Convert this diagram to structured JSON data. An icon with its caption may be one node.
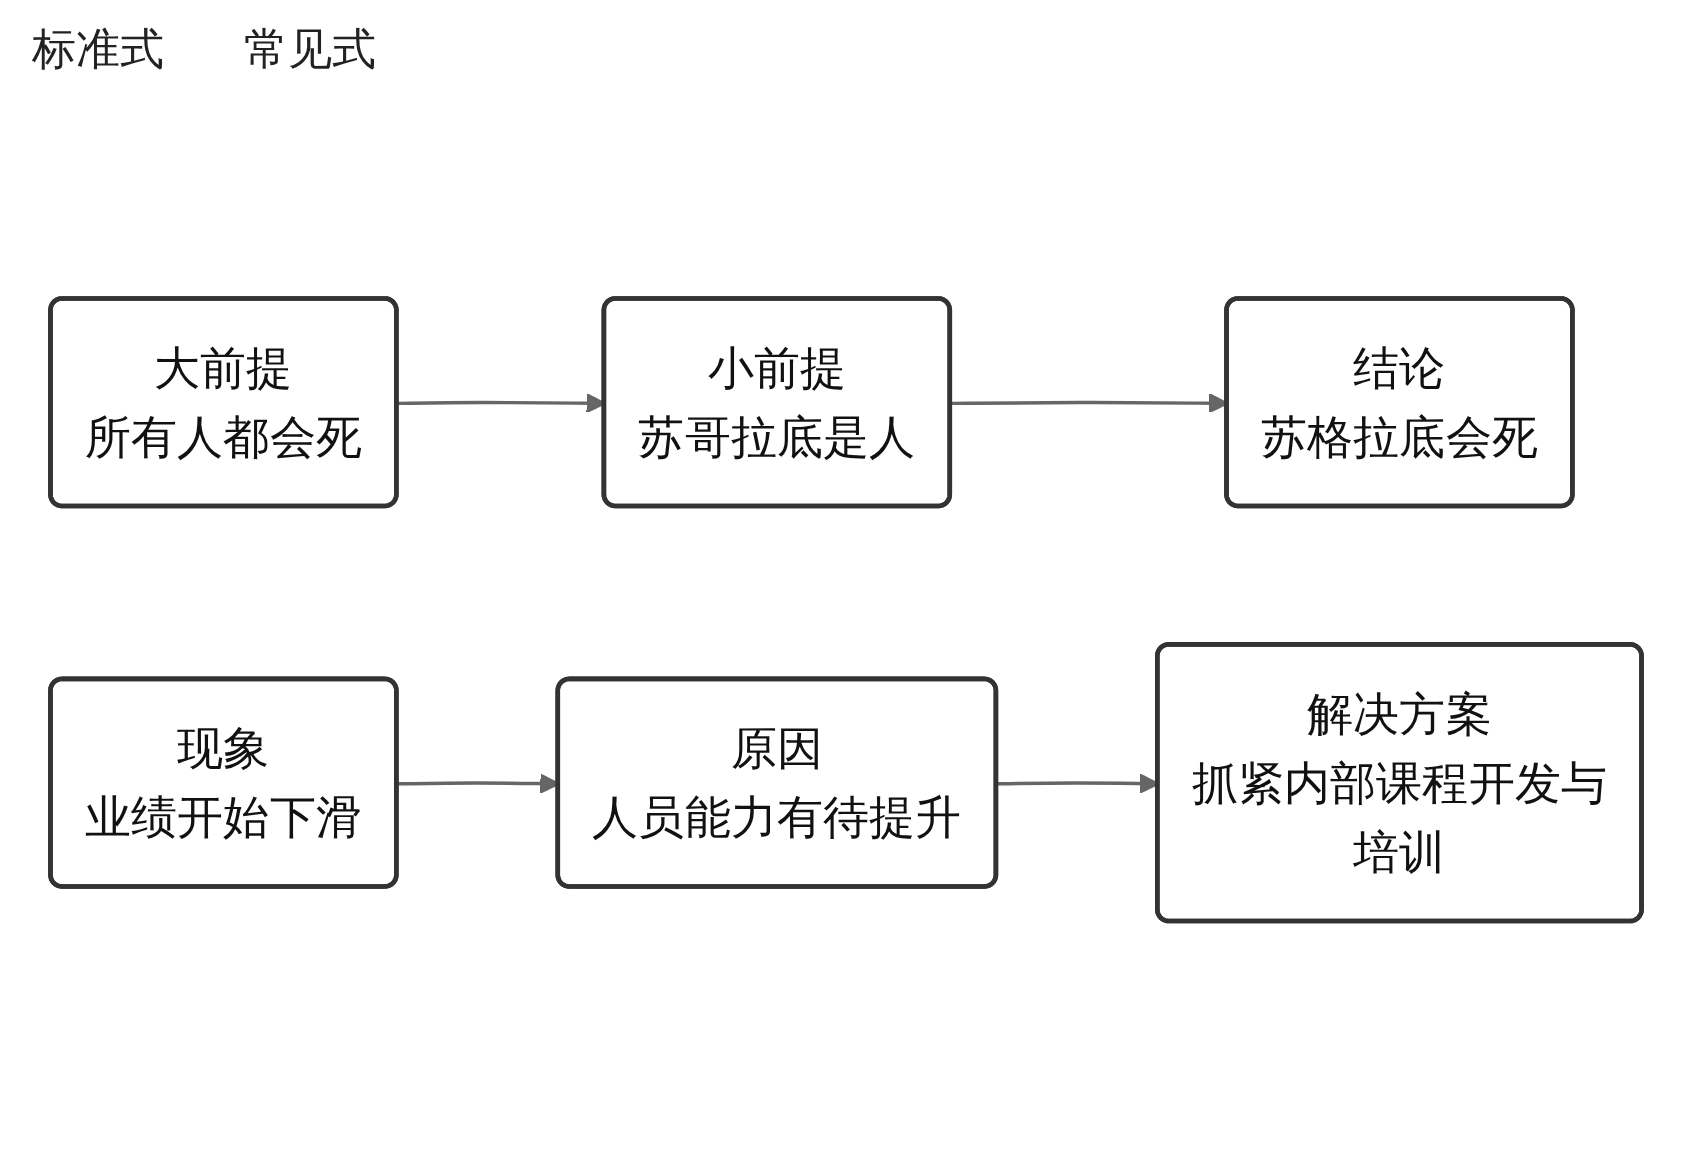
{
  "diagram": {
    "nodes": [
      {
        "text": [
          "大前提",
          "所有人都会死"
        ]
      },
      {
        "text": [
          "小前提",
          "苏哥拉底是人"
        ]
      },
      {
        "text": [
          "结论",
          "苏格拉底会死"
        ]
      },
      {
        "text": [
          "现象",
          "业绩开始下滑"
        ]
      },
      {
        "text": [
          "原因",
          "人员能力有待提升"
        ]
      },
      {
        "text": [
          "解决方案",
          "抓紧内部课程开发与培训"
        ]
      }
    ],
    "edges": [
      {
        "from": 0,
        "to": 1,
        "arrow": "to"
      },
      {
        "from": 1,
        "to": 2,
        "arrow": "to"
      },
      {
        "from": 3,
        "to": 4,
        "arrow": "to"
      },
      {
        "from": 4,
        "to": 5,
        "arrow": "to"
      }
    ],
    "labels": [
      "标准式",
      "常见式"
    ]
  }
}
